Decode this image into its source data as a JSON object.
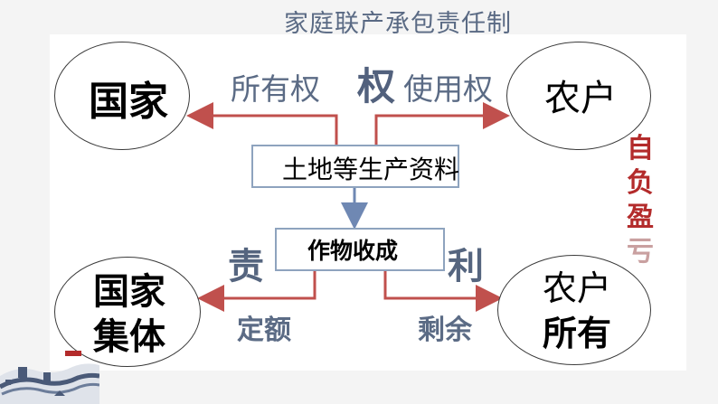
{
  "title": "家庭联产承包责任制",
  "nodes": {
    "state": "国家",
    "farmer": "农户",
    "collective_line1": "国家",
    "collective_line2": "集体",
    "farmer_owned_line1": "农户",
    "farmer_owned_line2": "所有"
  },
  "labels": {
    "ownership": "所有权",
    "right": "权",
    "usage": "使用权",
    "responsibility": "责",
    "profit": "利",
    "quota": "定额",
    "surplus": "剩余"
  },
  "boxes": {
    "land": "土地等生产资料",
    "crops": "作物收成"
  },
  "side_text": [
    "自",
    "负",
    "盈",
    "亏"
  ],
  "colors": {
    "arrow_red": "#c0504d",
    "arrow_blue": "#6f88b3",
    "label_slate": "#5b6b85",
    "accent_red": "#b32b2b"
  }
}
